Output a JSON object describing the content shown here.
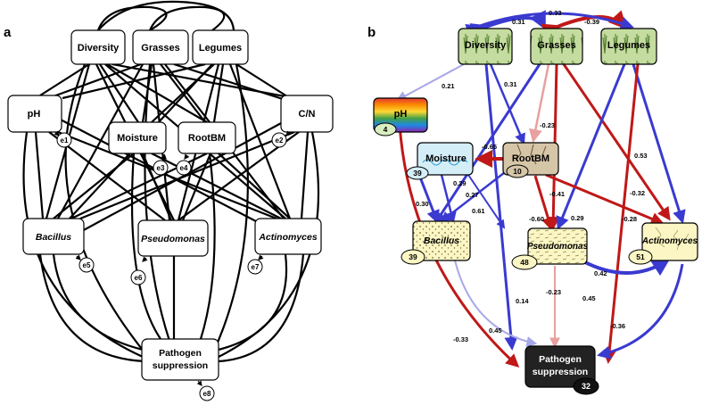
{
  "panel_a": {
    "label": "a",
    "nodes": {
      "diversity": "Diversity",
      "grasses": "Grasses",
      "legumes": "Legumes",
      "ph": "pH",
      "cn": "C/N",
      "moisture": "Moisture",
      "rootbm": "RootBM",
      "bacillus": "Bacillus",
      "pseudomonas": "Pseudomonas",
      "actinomyces": "Actinomyces",
      "pathogen_line1": "Pathogen",
      "pathogen_line2": "suppression"
    },
    "errors": [
      "e1",
      "e2",
      "e3",
      "e4",
      "e5",
      "e6",
      "e7",
      "e8"
    ]
  },
  "panel_b": {
    "label": "b",
    "nodes": {
      "diversity": "Diversity",
      "grasses": "Grasses",
      "legumes": "Legumes",
      "ph": "pH",
      "moisture": "Moisture",
      "rootbm": "RootBM",
      "bacillus": "Bacillus",
      "pseudomonas": "Pseudomonas",
      "actinomyces": "Actinomyces",
      "pathogen_line1": "Pathogen",
      "pathogen_line2": "suppression"
    },
    "badges": {
      "ph": "4",
      "moisture": "39",
      "rootbm": "10",
      "bacillus": "39",
      "pseudomonas": "48",
      "actinomyces": "51",
      "pathogen": "32"
    },
    "coefficients": [
      "0.31",
      "0.33",
      "-0.39",
      "0.21",
      "0.31",
      "-0.23",
      "-0.65",
      "0.29",
      "0.27",
      "0.30",
      "0.61",
      "-0.41",
      "0.29",
      "-0.60",
      "0.53",
      "-0.32",
      "-0.28",
      "0.42",
      "0.14",
      "-0.23",
      "0.45",
      "-0.36",
      "-0.33",
      "0.45"
    ],
    "colors": {
      "positive": "#3a3ad0",
      "negative": "#c01818",
      "positive_weak": "#a8a8e8",
      "negative_weak": "#e8a0a0",
      "plant_box": "#c5dca0",
      "moisture_box": "#d4eef8",
      "rootbm_box": "#d6c6a8",
      "microbe_box": "#fbf6c4",
      "pathogen_box": "#222222"
    }
  }
}
